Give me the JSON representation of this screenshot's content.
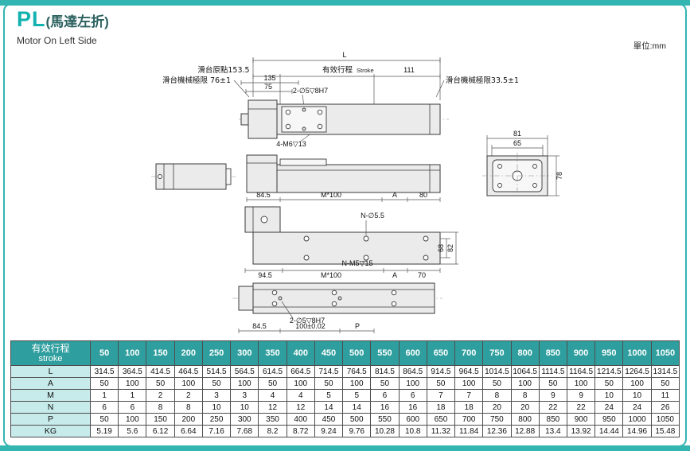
{
  "page": {
    "title_code": "PL",
    "title_zh": "(馬達左折)",
    "subtitle": "Motor On Left Side",
    "unit": "單位:mm"
  },
  "colors": {
    "accent_teal": "#33b5b1",
    "table_header_bg": "#2f9e9e",
    "row_label_bg": "#c7eaea"
  },
  "drawing": {
    "L": "L",
    "slide_origin": "滑台原點153.5",
    "stroke_zh": "有效行程",
    "stroke_en": "Stroke",
    "d111": "111",
    "limit_left": "滑台機械極限 76±1",
    "limit_right": "滑台機械極限33.5±1",
    "d135": "135",
    "d75": "75",
    "dowel_top": "2-∅5▽8H7",
    "screw_top": "4-M6▽13",
    "d84_5": "84.5",
    "m100": "M*100",
    "A": "A",
    "d80": "80",
    "d81": "81",
    "d65": "65",
    "d78": "78",
    "n_dia": "N-∅5.5",
    "d68": "68",
    "d82": "82",
    "d94_5": "94.5",
    "m100b": "M*100",
    "Ab": "A",
    "d70": "70",
    "n_m5": "N-M5▽15",
    "d84_5b": "84.5",
    "d100": "100±0.02",
    "P": "P",
    "dowel_bottom": "2-∅5▽8H7"
  },
  "table": {
    "header_zh": "有效行程",
    "header_en": "stroke",
    "strokes": [
      50,
      100,
      150,
      200,
      250,
      300,
      350,
      400,
      450,
      500,
      550,
      600,
      650,
      700,
      750,
      800,
      850,
      900,
      950,
      1000,
      1050
    ],
    "rows": [
      {
        "label": "L",
        "values": [
          314.5,
          364.5,
          414.5,
          464.5,
          514.5,
          564.5,
          614.5,
          664.5,
          714.5,
          764.5,
          814.5,
          864.5,
          914.5,
          964.5,
          1014.5,
          1064.5,
          1114.5,
          1164.5,
          1214.5,
          1264.5,
          1314.5
        ]
      },
      {
        "label": "A",
        "values": [
          50,
          100,
          50,
          100,
          50,
          100,
          50,
          100,
          50,
          100,
          50,
          100,
          50,
          100,
          50,
          100,
          50,
          100,
          50,
          100,
          50
        ]
      },
      {
        "label": "M",
        "values": [
          1,
          1,
          2,
          2,
          3,
          3,
          4,
          4,
          5,
          5,
          6,
          6,
          7,
          7,
          8,
          8,
          9,
          9,
          10,
          10,
          11
        ]
      },
      {
        "label": "N",
        "values": [
          6,
          6,
          8,
          8,
          10,
          10,
          12,
          12,
          14,
          14,
          16,
          16,
          18,
          18,
          20,
          20,
          22,
          22,
          24,
          24,
          26
        ]
      },
      {
        "label": "P",
        "values": [
          50,
          100,
          150,
          200,
          250,
          300,
          350,
          400,
          450,
          500,
          550,
          600,
          650,
          700,
          750,
          800,
          850,
          900,
          950,
          1000,
          1050
        ]
      },
      {
        "label": "KG",
        "values": [
          5.19,
          5.6,
          6.12,
          6.64,
          7.16,
          7.68,
          8.2,
          8.72,
          9.24,
          9.76,
          10.28,
          10.8,
          11.32,
          11.84,
          12.36,
          12.88,
          13.4,
          13.92,
          14.44,
          14.96,
          15.48
        ]
      }
    ]
  }
}
